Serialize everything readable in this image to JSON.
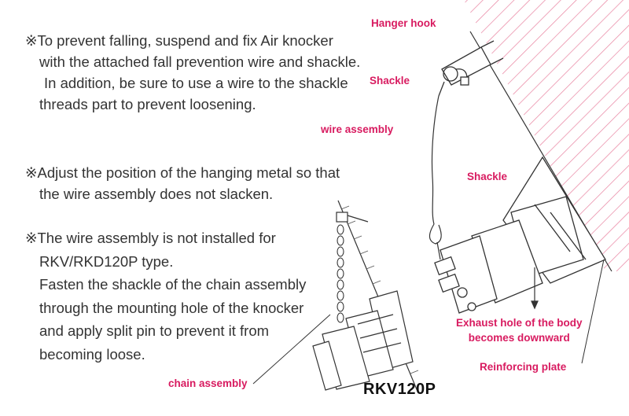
{
  "notes": [
    {
      "lines": [
        "※To prevent falling, suspend and fix Air knocker",
        "with the attached fall prevention wire and shackle.",
        "In addition, be sure to use a wire to the shackle",
        "threads part to prevent loosening."
      ]
    },
    {
      "lines": [
        "※Adjust the position of the hanging metal so that",
        "the wire assembly does not slacken."
      ]
    },
    {
      "lines": [
        "※The wire assembly is not installed for",
        "RKV/RKD120P type.",
        "Fasten the shackle of the chain assembly",
        "through the mounting hole of the knocker",
        "and apply split pin to prevent it from",
        "becoming loose."
      ]
    }
  ],
  "labels": {
    "hanger_hook": "Hanger hook",
    "shackle_top": "Shackle",
    "wire_assembly": "wire assembly",
    "shackle_mid": "Shackle",
    "exhaust_hole": [
      "Exhaust hole of the body",
      "becomes downward"
    ],
    "reinforcing_plate": "Reinforcing plate",
    "chain_assembly": "chain assembly"
  },
  "model": "RKV120P",
  "colors": {
    "label": "#d81b60",
    "hatch": "#e8819f",
    "line": "#333333"
  }
}
